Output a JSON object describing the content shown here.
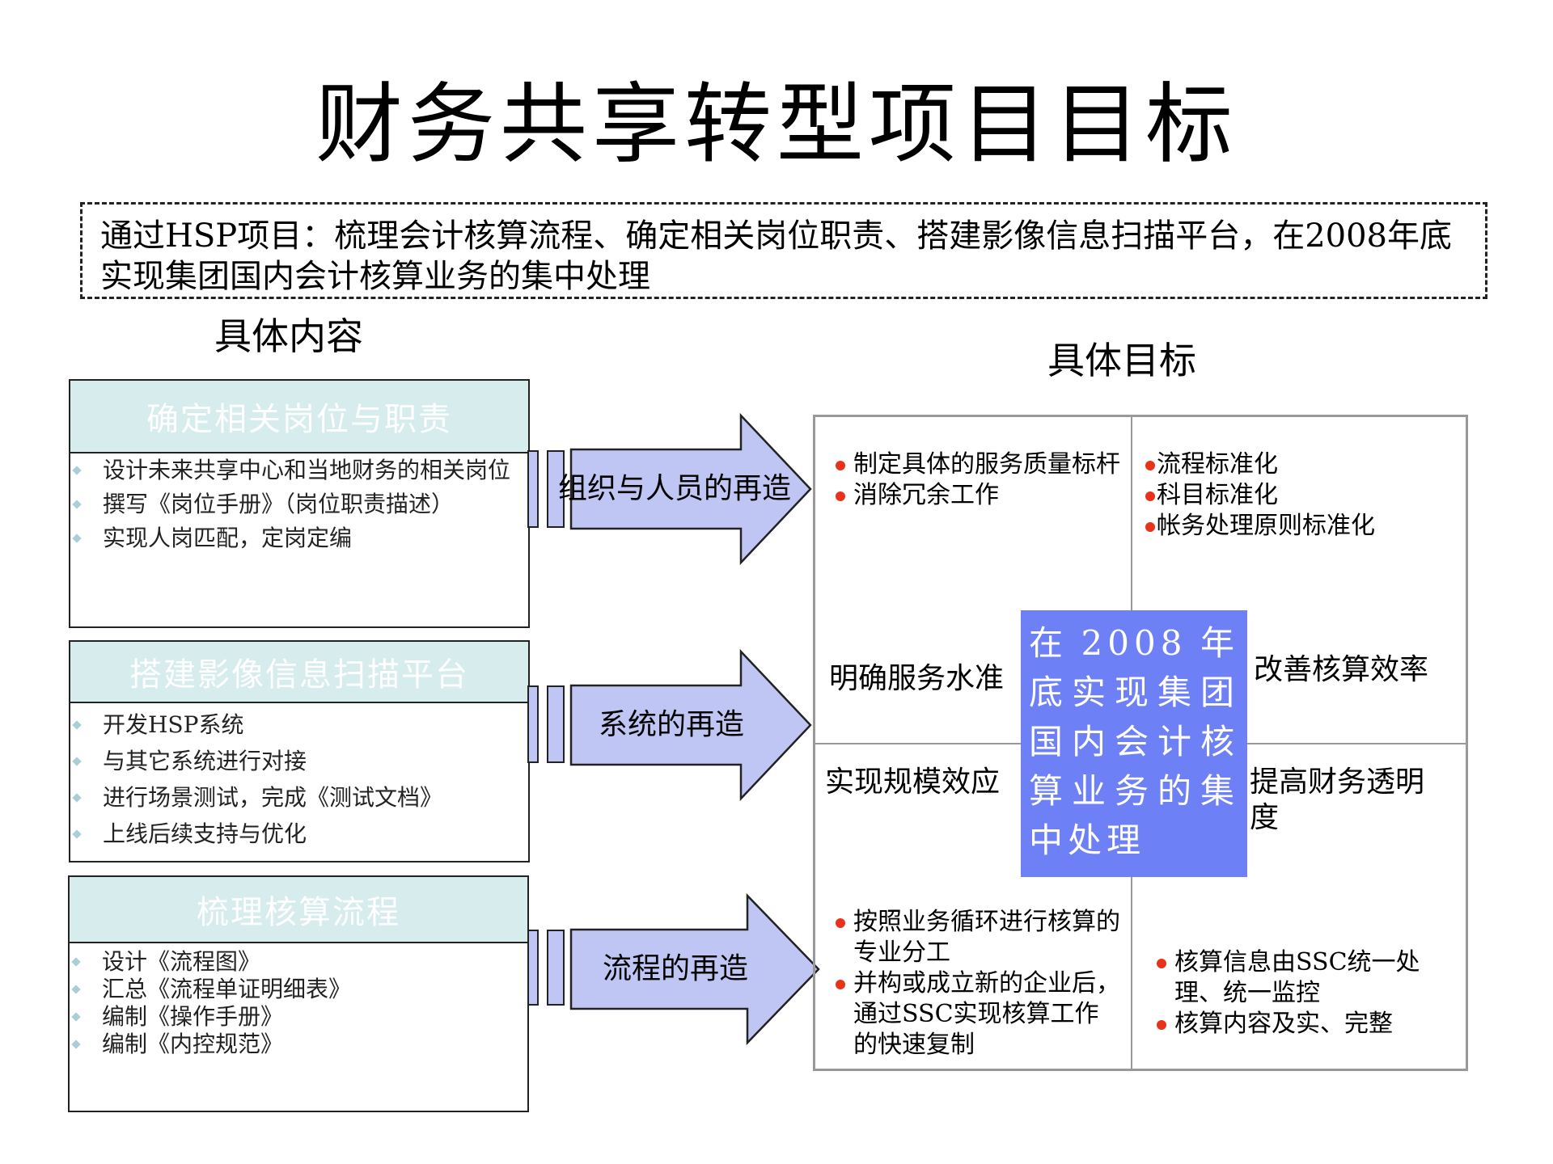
{
  "title": "财务共享转型项目目标",
  "summary": "通过HSP项目：梳理会计核算流程、确定相关岗位职责、搭建影像信息扫描平台，在2008年底实现集团国内会计核算业务的集中处理",
  "left_heading": "具体内容",
  "right_heading": "具体目标",
  "content_boxes": [
    {
      "title": "确定相关岗位与职责",
      "items": [
        "设计未来共享中心和当地财务的相关岗位",
        "撰写《岗位手册》（岗位职责描述）",
        "实现人岗匹配，定岗定编"
      ]
    },
    {
      "title": "搭建影像信息扫描平台",
      "items": [
        "开发HSP系统",
        "与其它系统进行对接",
        "进行场景测试，完成《测试文档》",
        "上线后续支持与优化"
      ]
    },
    {
      "title": "梳理核算流程",
      "items": [
        "设计《流程图》",
        "汇总《流程单证明细表》",
        "编制《操作手册》",
        "编制《内控规范》"
      ]
    }
  ],
  "arrows": [
    "组织与人员的再造",
    "系统的再造",
    "流程的再造"
  ],
  "goals": {
    "top_left_bullets": [
      "制定具体的服务质量标杆",
      "消除冗余工作"
    ],
    "top_right_bullets": [
      "流程标准化",
      "科目标准化",
      "帐务处理原则标准化"
    ],
    "bottom_left_bullets": [
      "按照业务循环进行核算的专业分工",
      "并构或成立新的企业后，通过SSC实现核算工作的快速复制"
    ],
    "bottom_right_bullets": [
      "核算信息由SSC统一处理、统一监控",
      "核算内容及实、完整"
    ],
    "label_top_left": "明确服务水准",
    "label_top_right": "改善核算效率",
    "label_bottom_left": "实现规模效应",
    "label_bottom_right": "提高财务透明度",
    "center": "在2008年底实现集团国内会计核算业务的集中处理"
  },
  "colors": {
    "box_header": "#d7ecec",
    "bar_fill": "#c0c6f4",
    "center_fill": "#6e80f5",
    "bullet_red": "#e8321a"
  }
}
